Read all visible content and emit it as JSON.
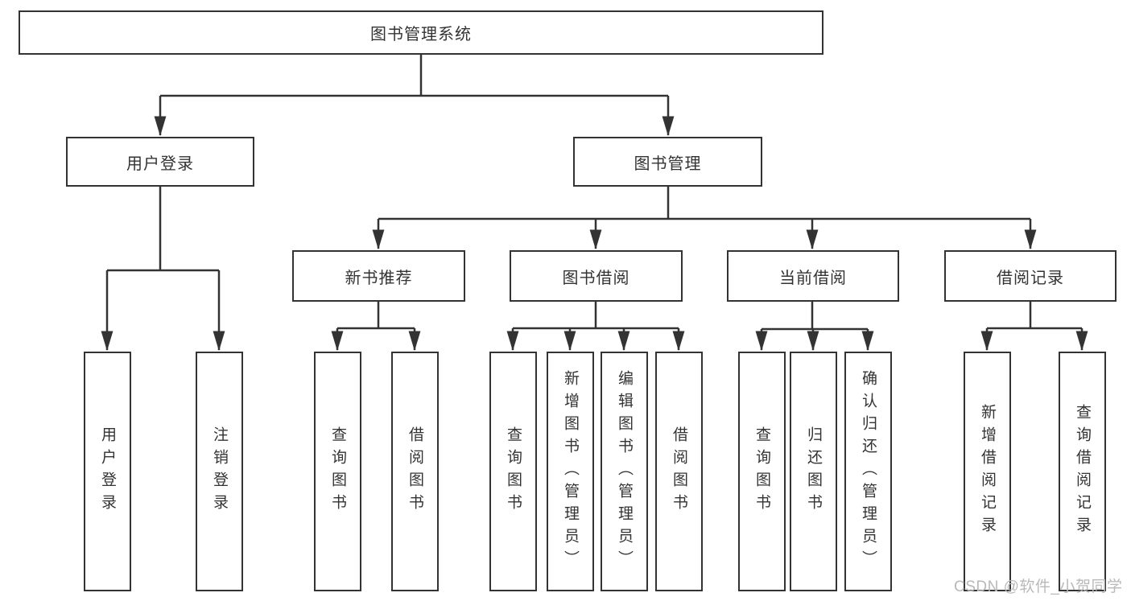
{
  "diagram": {
    "root": {
      "label": "图书管理系统"
    },
    "user_login": {
      "label": "用户登录",
      "children": [
        {
          "label": "用户登录"
        },
        {
          "label": "注销登录"
        }
      ]
    },
    "book_mgmt": {
      "label": "图书管理",
      "sections": [
        {
          "label": "新书推荐",
          "children": [
            {
              "label": "查询图书"
            },
            {
              "label": "借阅图书"
            }
          ]
        },
        {
          "label": "图书借阅",
          "children": [
            {
              "label": "查询图书"
            },
            {
              "label": "新增图书（管理员）"
            },
            {
              "label": "编辑图书（管理员）"
            },
            {
              "label": "借阅图书"
            }
          ]
        },
        {
          "label": "当前借阅",
          "children": [
            {
              "label": "查询图书"
            },
            {
              "label": "归还图书"
            },
            {
              "label": "确认归还（管理员）"
            }
          ]
        },
        {
          "label": "借阅记录",
          "children": [
            {
              "label": "新增借阅记录"
            },
            {
              "label": "查询借阅记录"
            }
          ]
        }
      ]
    }
  },
  "watermark": {
    "label": "CSDN @软件_小贺同学"
  },
  "colors": {
    "line": "#333333",
    "text": "#333333",
    "box_bg": "#ffffff",
    "watermark": "#b9b9b9"
  }
}
